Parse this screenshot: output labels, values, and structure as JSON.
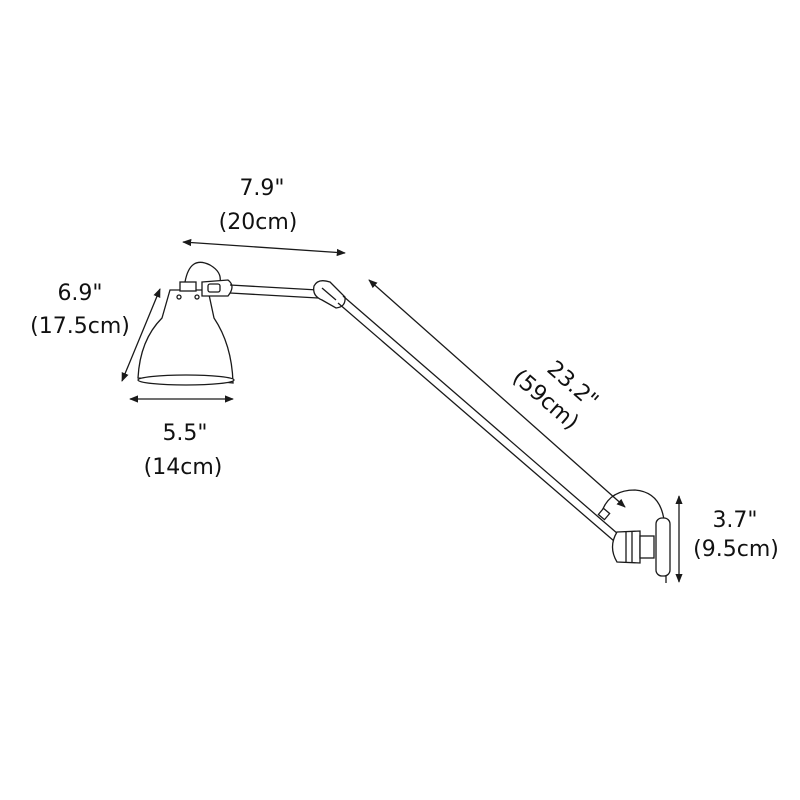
{
  "diagram": {
    "subject": "Wall-mounted swing arm lamp dimension drawing",
    "line_color": "#1a1a1a",
    "background": "#ffffff",
    "dimensions": {
      "arm_short": {
        "inch": "7.9\"",
        "cm": "(20cm)"
      },
      "shade_height": {
        "inch": "6.9\"",
        "cm": "(17.5cm)"
      },
      "shade_width": {
        "inch": "5.5\"",
        "cm": "(14cm)"
      },
      "arm_long": {
        "inch": "23.2\"",
        "cm": "(59cm)"
      },
      "wall_plate": {
        "inch": "3.7\"",
        "cm": "(9.5cm)"
      }
    }
  }
}
